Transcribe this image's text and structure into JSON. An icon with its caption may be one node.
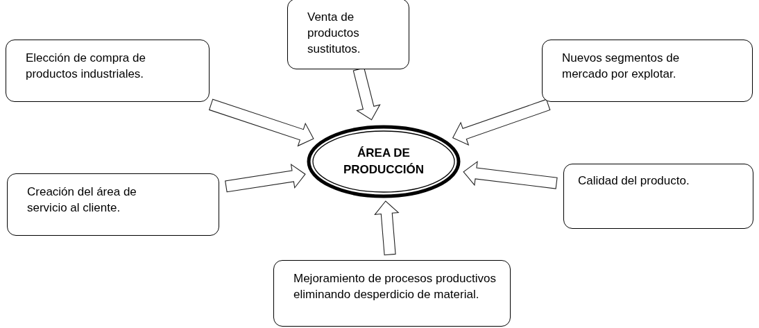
{
  "diagram": {
    "nodes": [
      {
        "text": [
          "Venta de productos sustitutos."
        ]
      },
      {
        "text": [
          "Elección de compra de productos industriales."
        ]
      },
      {
        "text": [
          "Nuevos segmentos de mercado por explotar."
        ]
      },
      {
        "text": [
          "ÁREA DE PRODUCCIÓN"
        ]
      },
      {
        "text": [
          "Creación del área de servicio al cliente."
        ]
      },
      {
        "text": [
          "Calidad del producto."
        ]
      },
      {
        "text": [
          "Mejoramiento de procesos productivos eliminando desperdicio de material."
        ]
      }
    ],
    "edges": [
      {
        "from": 0,
        "to": 3,
        "arrow": "to"
      },
      {
        "from": 1,
        "to": 3,
        "arrow": "to"
      },
      {
        "from": 2,
        "to": 3,
        "arrow": "to"
      },
      {
        "from": 4,
        "to": 3,
        "arrow": "to"
      },
      {
        "from": 5,
        "to": 3,
        "arrow": "to"
      },
      {
        "from": 6,
        "to": 3,
        "arrow": "to"
      }
    ]
  }
}
